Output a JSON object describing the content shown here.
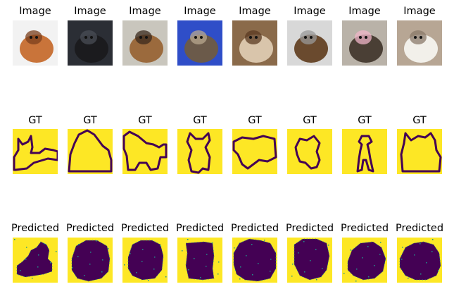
{
  "rows": [
    {
      "title": "Image",
      "kind": "photo",
      "items": [
        {
          "alt": "cat",
          "bg": "#f2f2f2",
          "subject": "#c9743a",
          "accent": "#7a3f1e"
        },
        {
          "alt": "black spaniel",
          "bg": "#2b2e35",
          "subject": "#1b1b1e",
          "accent": "#4a4d55"
        },
        {
          "alt": "boxer",
          "bg": "#c9c6bd",
          "subject": "#9b6a3d",
          "accent": "#3a2a1e"
        },
        {
          "alt": "yorkie on blue",
          "bg": "#2f4ec8",
          "subject": "#6b5a4a",
          "accent": "#b8a88f"
        },
        {
          "alt": "bulldog",
          "bg": "#8a6a4a",
          "subject": "#d9c5ab",
          "accent": "#5a3a22"
        },
        {
          "alt": "dog by door",
          "bg": "#d8d8d8",
          "subject": "#6a4a2e",
          "accent": "#9a9a9a"
        },
        {
          "alt": "child with dog",
          "bg": "#b9b2a8",
          "subject": "#4a3f35",
          "accent": "#f0b5c8"
        },
        {
          "alt": "white samoyed",
          "bg": "#b7a694",
          "subject": "#f2f0ea",
          "accent": "#8a7a6a"
        }
      ]
    },
    {
      "title": "GT",
      "kind": "mask",
      "colors": {
        "background": "#fde725",
        "boundary": "#440154",
        "object": "#fde725"
      },
      "items": [
        {
          "alt": "cat outline"
        },
        {
          "alt": "dog outline"
        },
        {
          "alt": "boxer outline"
        },
        {
          "alt": "yorkie outline"
        },
        {
          "alt": "bulldog outline"
        },
        {
          "alt": "dog outline"
        },
        {
          "alt": "small dog outline"
        },
        {
          "alt": "samoyed outline"
        }
      ]
    },
    {
      "title": "Predicted",
      "kind": "prediction",
      "colors": {
        "background": "#fde725",
        "blob": "#440154",
        "noise": "#21918c"
      },
      "items": [
        {
          "alt": "prediction 1"
        },
        {
          "alt": "prediction 2"
        },
        {
          "alt": "prediction 3"
        },
        {
          "alt": "prediction 4"
        },
        {
          "alt": "prediction 5"
        },
        {
          "alt": "prediction 6"
        },
        {
          "alt": "prediction 7"
        },
        {
          "alt": "prediction 8"
        }
      ]
    }
  ]
}
